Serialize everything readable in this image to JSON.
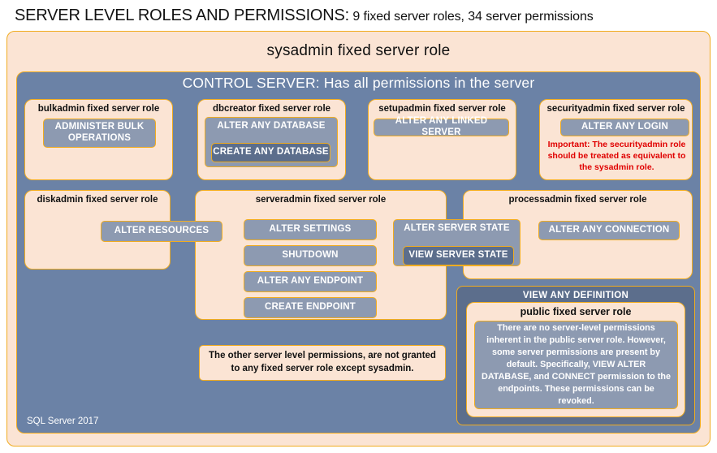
{
  "title": {
    "main": "SERVER LEVEL ROLES AND PERMISSIONS:",
    "sub": " 9 fixed server roles, 34 server permissions"
  },
  "outer": {
    "sysadmin_label": "sysadmin fixed server role",
    "control_server_label": "CONTROL SERVER: Has all permissions in the server",
    "sql_version": "SQL Server 2017"
  },
  "roles": {
    "bulkadmin": {
      "label": "bulkadmin  fixed server role",
      "permissions": [
        "ADMINISTER  BULK\nOPERATIONS"
      ]
    },
    "dbcreator": {
      "label": "dbcreator fixed server role",
      "permission_outer": "ALTER ANY DATABASE",
      "permission_inner": "CREATE  ANY DATABASE"
    },
    "setupadmin": {
      "label": "setupadmin fixed server role",
      "permissions": [
        "ALTER ANY LINKED SERVER"
      ]
    },
    "securityadmin": {
      "label": "securityadmin  fixed server role",
      "permissions": [
        "ALTER ANY LOGIN"
      ],
      "note": "Important:  The securityadmin role should  be treated  as equivalent to the  sysadmin role."
    },
    "diskadmin": {
      "label": "diskadmin  fixed server role",
      "permissions": [
        "ALTER RESOURCES"
      ]
    },
    "serveradmin": {
      "label": "serveradmin fixed server role",
      "permissions": [
        "ALTER SETTINGS",
        "SHUTDOWN",
        "ALTER ANY ENDPOINT",
        "CREATE  ENDPOINT"
      ],
      "permission_outer": "ALTER SERVER STATE",
      "permission_inner": "VIEW SERVER STATE"
    },
    "processadmin": {
      "label": "processadmin  fixed server role",
      "permissions": [
        "ALTER ANY CONNECTION"
      ]
    },
    "public": {
      "banner": "VIEW ANY DEFINITION",
      "label": "public  fixed server role",
      "note": "There are no server-level permissions inherent in the public server role. However, some server permissions are present by default. Specifically, VIEW ALTER DATABASE, and CONNECT permission to the endpoints. These permissions can be revoked."
    }
  },
  "notes": {
    "other_permissions": "The other server level permissions,  are not granted to any fixed server role except sysadmin."
  },
  "colors": {
    "peach_fill": "#FBE4D4",
    "gold_border": "#F0AC20",
    "slate_panel": "#6B82A6",
    "pill_fill": "#8D9AB1",
    "pill_dark": "#5C6E8C",
    "warning_red": "#E00000"
  }
}
